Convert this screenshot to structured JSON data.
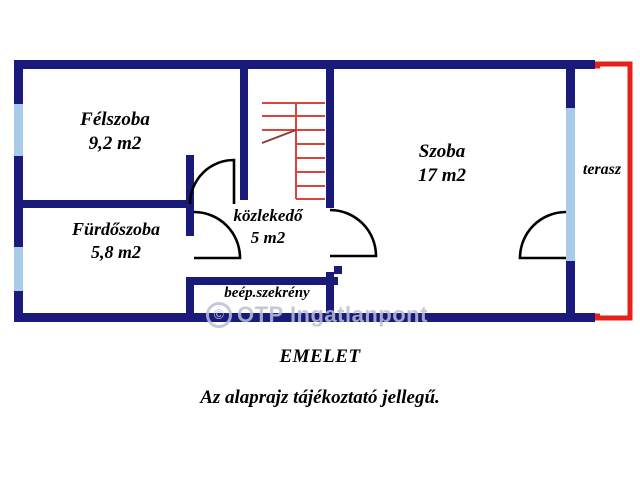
{
  "floorplan": {
    "title": "EMELET",
    "disclaimer": "Az alaprajz tájékoztató jellegű.",
    "watermark": {
      "symbol": "©",
      "text": "OTP Ingatlanpont"
    },
    "colors": {
      "wall": "#1a1a7a",
      "window": "#a8cbe8",
      "terrace_outline": "#e8201a",
      "stairs": "#d9453c",
      "door_arc": "#000000",
      "text": "#000000",
      "background": "#ffffff",
      "watermark": "#b9c0d8"
    },
    "rooms": [
      {
        "id": "felszoba",
        "name": "Félszoba",
        "area": "9,2 m2"
      },
      {
        "id": "furdoszoba",
        "name": "Fürdőszoba",
        "area": "5,8 m2"
      },
      {
        "id": "kozlekedo",
        "name": "közlekedő",
        "area": "5 m2"
      },
      {
        "id": "szoba",
        "name": "Szoba",
        "area": "17 m2"
      },
      {
        "id": "terasz",
        "name": "terasz",
        "area": ""
      },
      {
        "id": "szekreny",
        "name": "beép.szekrény",
        "area": ""
      }
    ]
  }
}
